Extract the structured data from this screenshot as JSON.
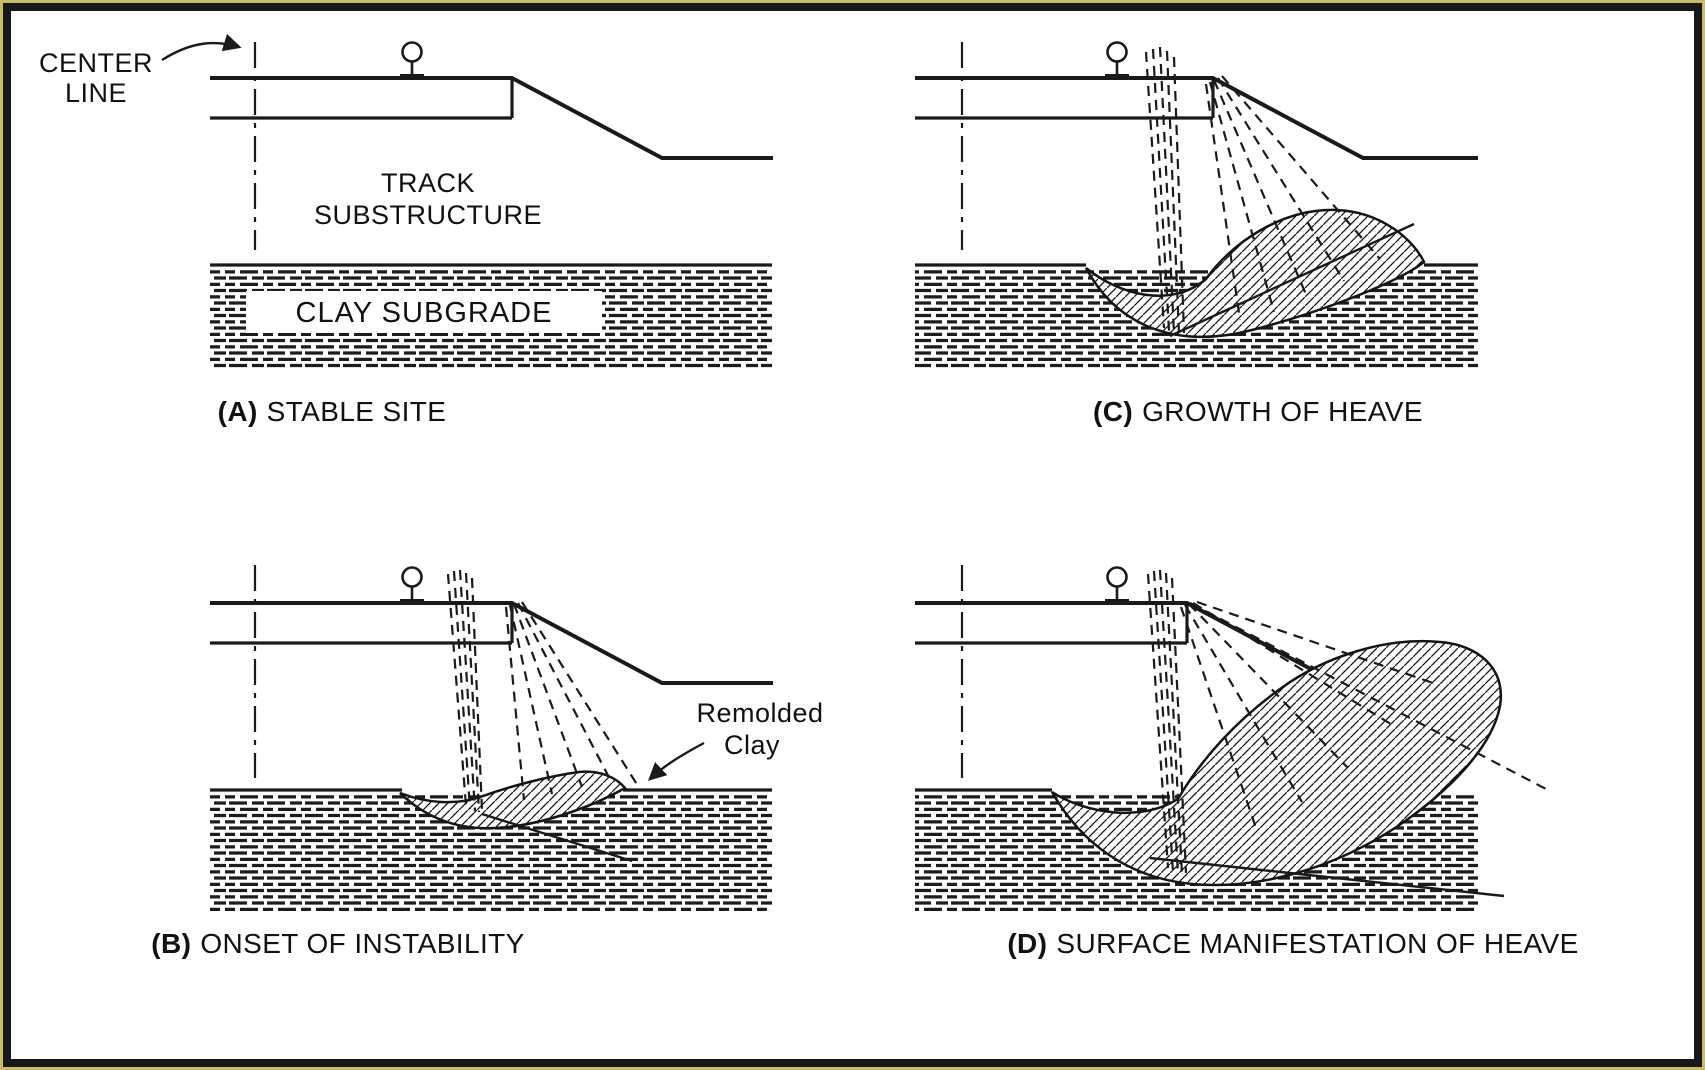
{
  "figure": {
    "colors": {
      "ink": "#1a1a1a",
      "background": "#ffffff",
      "frame": "#181818",
      "frame_outer": "#c9bc67"
    },
    "panels": {
      "a": {
        "caption_prefix": "(A)",
        "caption": "STABLE SITE",
        "labels": {
          "center_line_1": "CENTER",
          "center_line_2": "LINE",
          "track_1": "TRACK",
          "track_2": "SUBSTRUCTURE",
          "clay": "CLAY SUBGRADE"
        }
      },
      "b": {
        "caption_prefix": "(B)",
        "caption": "ONSET OF INSTABILITY",
        "labels": {
          "remolded_1": "Remolded",
          "remolded_2": "Clay"
        }
      },
      "c": {
        "caption_prefix": "(C)",
        "caption": "GROWTH OF HEAVE"
      },
      "d": {
        "caption_prefix": "(D)",
        "caption": "SURFACE MANIFESTATION OF HEAVE"
      }
    }
  }
}
